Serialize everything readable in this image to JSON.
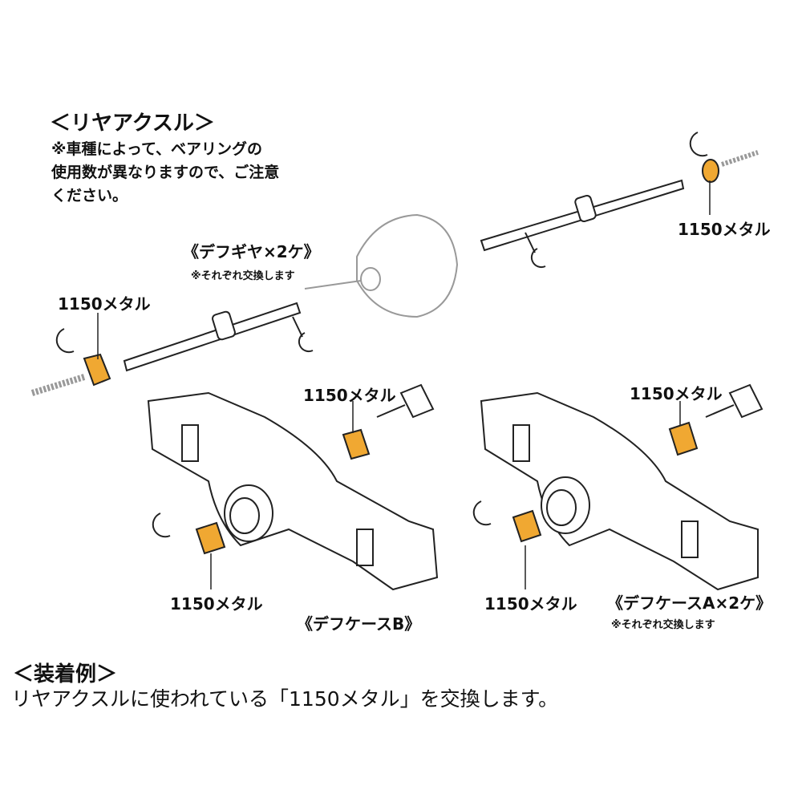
{
  "title": "＜リヤアクスル＞",
  "note_lines": [
    "※車種によって、ベアリングの",
    "使用数が異なりますので、ご注意",
    "ください。"
  ],
  "part_label": "1150メタル",
  "diff_gear": {
    "label": "《デフギヤ×2ケ》",
    "note": "※それぞれ交換します"
  },
  "diff_case_b": {
    "label": "《デフケースB》"
  },
  "diff_case_a": {
    "label": "《デフケースA×2ケ》",
    "note": "※それぞれ交換します"
  },
  "example": {
    "title": "＜装着例＞",
    "text": "リヤアクスルに使われている「1150メタル」を交換します。"
  },
  "colors": {
    "metal": "#f0a832",
    "line": "#222222",
    "gray": "#999999"
  }
}
